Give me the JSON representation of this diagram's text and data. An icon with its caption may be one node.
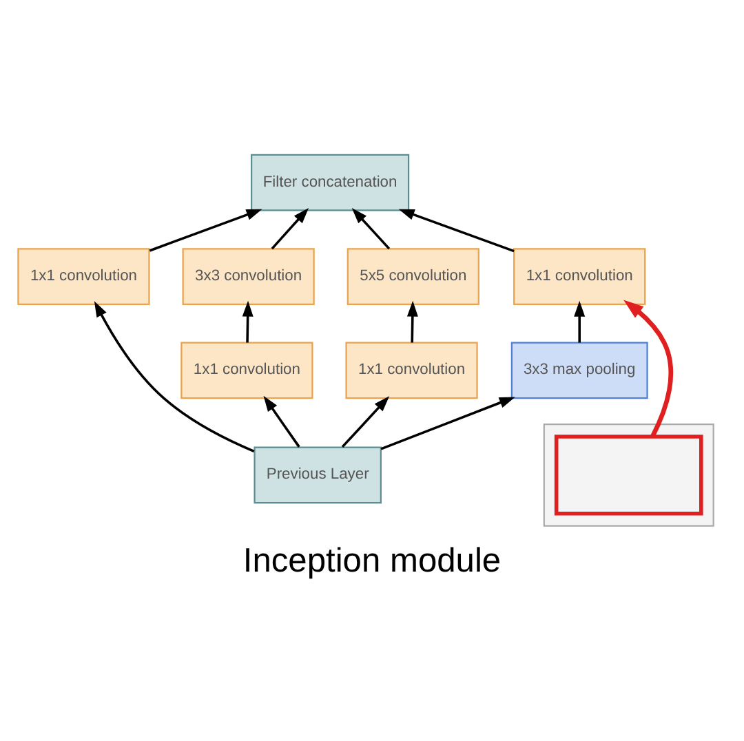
{
  "diagram": {
    "caption": "Inception module",
    "nodes": [
      {
        "text": [
          "Filter concatenation"
        ]
      },
      {
        "text": [
          "1x1 convolution"
        ]
      },
      {
        "text": [
          "3x3 convolution"
        ]
      },
      {
        "text": [
          "5x5 convolution"
        ]
      },
      {
        "text": [
          "1x1 convolution"
        ]
      },
      {
        "text": [
          "1x1 convolution"
        ]
      },
      {
        "text": [
          "1x1 convolution"
        ]
      },
      {
        "text": [
          "3x3 max pooling"
        ]
      },
      {
        "text": [
          "Previous Layer"
        ]
      },
      {
        "text": [],
        "shape": "picture"
      },
      {
        "text": [],
        "shape": "box",
        "in": 9
      }
    ],
    "edges": [
      {
        "from": 8,
        "to": 1,
        "arrow": "to"
      },
      {
        "from": 8,
        "to": 5,
        "arrow": "to"
      },
      {
        "from": 8,
        "to": 6,
        "arrow": "to"
      },
      {
        "from": 8,
        "to": 7,
        "arrow": "to"
      },
      {
        "from": 5,
        "to": 2,
        "arrow": "to"
      },
      {
        "from": 6,
        "to": 3,
        "arrow": "to"
      },
      {
        "from": 7,
        "to": 4,
        "arrow": "to"
      },
      {
        "from": 1,
        "to": 0,
        "arrow": "to"
      },
      {
        "from": 2,
        "to": 0,
        "arrow": "to"
      },
      {
        "from": 3,
        "to": 0,
        "arrow": "to"
      },
      {
        "from": 4,
        "to": 0,
        "arrow": "to"
      },
      {
        "from": 10,
        "to": 4,
        "arrow": "to",
        "color": "#e02020",
        "style": "thick"
      }
    ]
  }
}
